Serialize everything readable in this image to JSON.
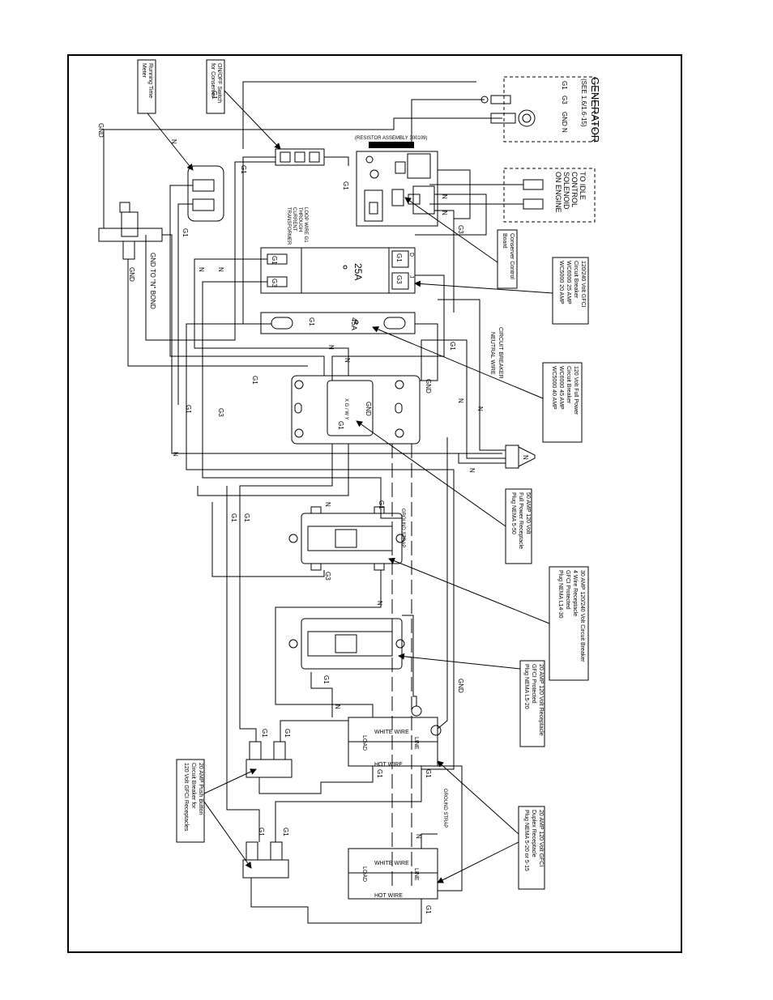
{
  "generator": {
    "title": "GENERATOR",
    "sub": "(SEE 1.6/1.6-15)",
    "g1": "G1",
    "g3": "G3",
    "gndn": "GND N"
  },
  "idle": {
    "l1": "TO IDLE",
    "l2": "CONTROL",
    "l3": "SOLENOID",
    "l4": "ON ENGINE"
  },
  "resistor": "(RESISTOR ASSEMBLY 300109)",
  "ct": {
    "l1": "LOOP WIRE G1",
    "l2": "THROUGH",
    "l3": "CURRENT",
    "l4": "TRANSFORMER"
  },
  "callouts": {
    "running": {
      "l1": "Running Time",
      "l2": "Meter"
    },
    "onoff": {
      "l1": "ON/OFF Switch",
      "l2": "for Conserver"
    },
    "board": {
      "l1": "Conserver Control",
      "l2": "Board"
    },
    "gfci_breaker": {
      "l1": "120/240 Volt GFCI",
      "l2": "Circuit Breaker",
      "l3": "WC6000 25 AMP",
      "l4": "WC5000 20 AMP"
    },
    "full_breaker": {
      "l1": "120 Volt Full Power",
      "l2": "Circuit Breaker",
      "l3": "WC6000 45 AMP",
      "l4": "WC5000 40 AMP"
    },
    "recept50": {
      "l1": "50 AMP 120 Volt",
      "l2": "Full Power Receptacle",
      "l3": "Plug NEMA 5-50"
    },
    "recept30": {
      "l1": "30 AMP 120/240 Volt Circuit Breaker",
      "l2": "4 Wire Receptacle",
      "l3": "GFCI Protected",
      "l4": "Plug NEMA L14-30"
    },
    "recept20": {
      "l1": "20 AMP 120 Volt Receptacle",
      "l2": "GFCI Protected",
      "l3": "Plug NEMA L5-20"
    },
    "pushbtn": {
      "l1": "20 AMP Push Button",
      "l2": "Circuit Breaker for",
      "l3": "120 Volt GFCI Receptacles"
    },
    "duplex": {
      "l1": "20 AMP 120 Volt GFCI",
      "l2": "Duplex Receptacle",
      "l3": "Plug NEMA 5-20 or 5-15"
    }
  },
  "labels": {
    "gnd": "GND",
    "n": "N",
    "g1": "G1",
    "g3": "G3",
    "gnd_bond": "GND TO \"N\" BOND",
    "cb_neutral_1": "CIRCUIT BREAKER",
    "cb_neutral_2": "NEUTRAL WIRE",
    "amp25": "25A",
    "amp45": "45A",
    "ground_strap": "GROUND STRAP",
    "white_wire": "WHITE WIRE",
    "hot_wire": "HOT WIRE",
    "load": "LOAD",
    "line": "LINE",
    "d": "D",
    "j": "J",
    "xgwy": "X G / W Y"
  }
}
